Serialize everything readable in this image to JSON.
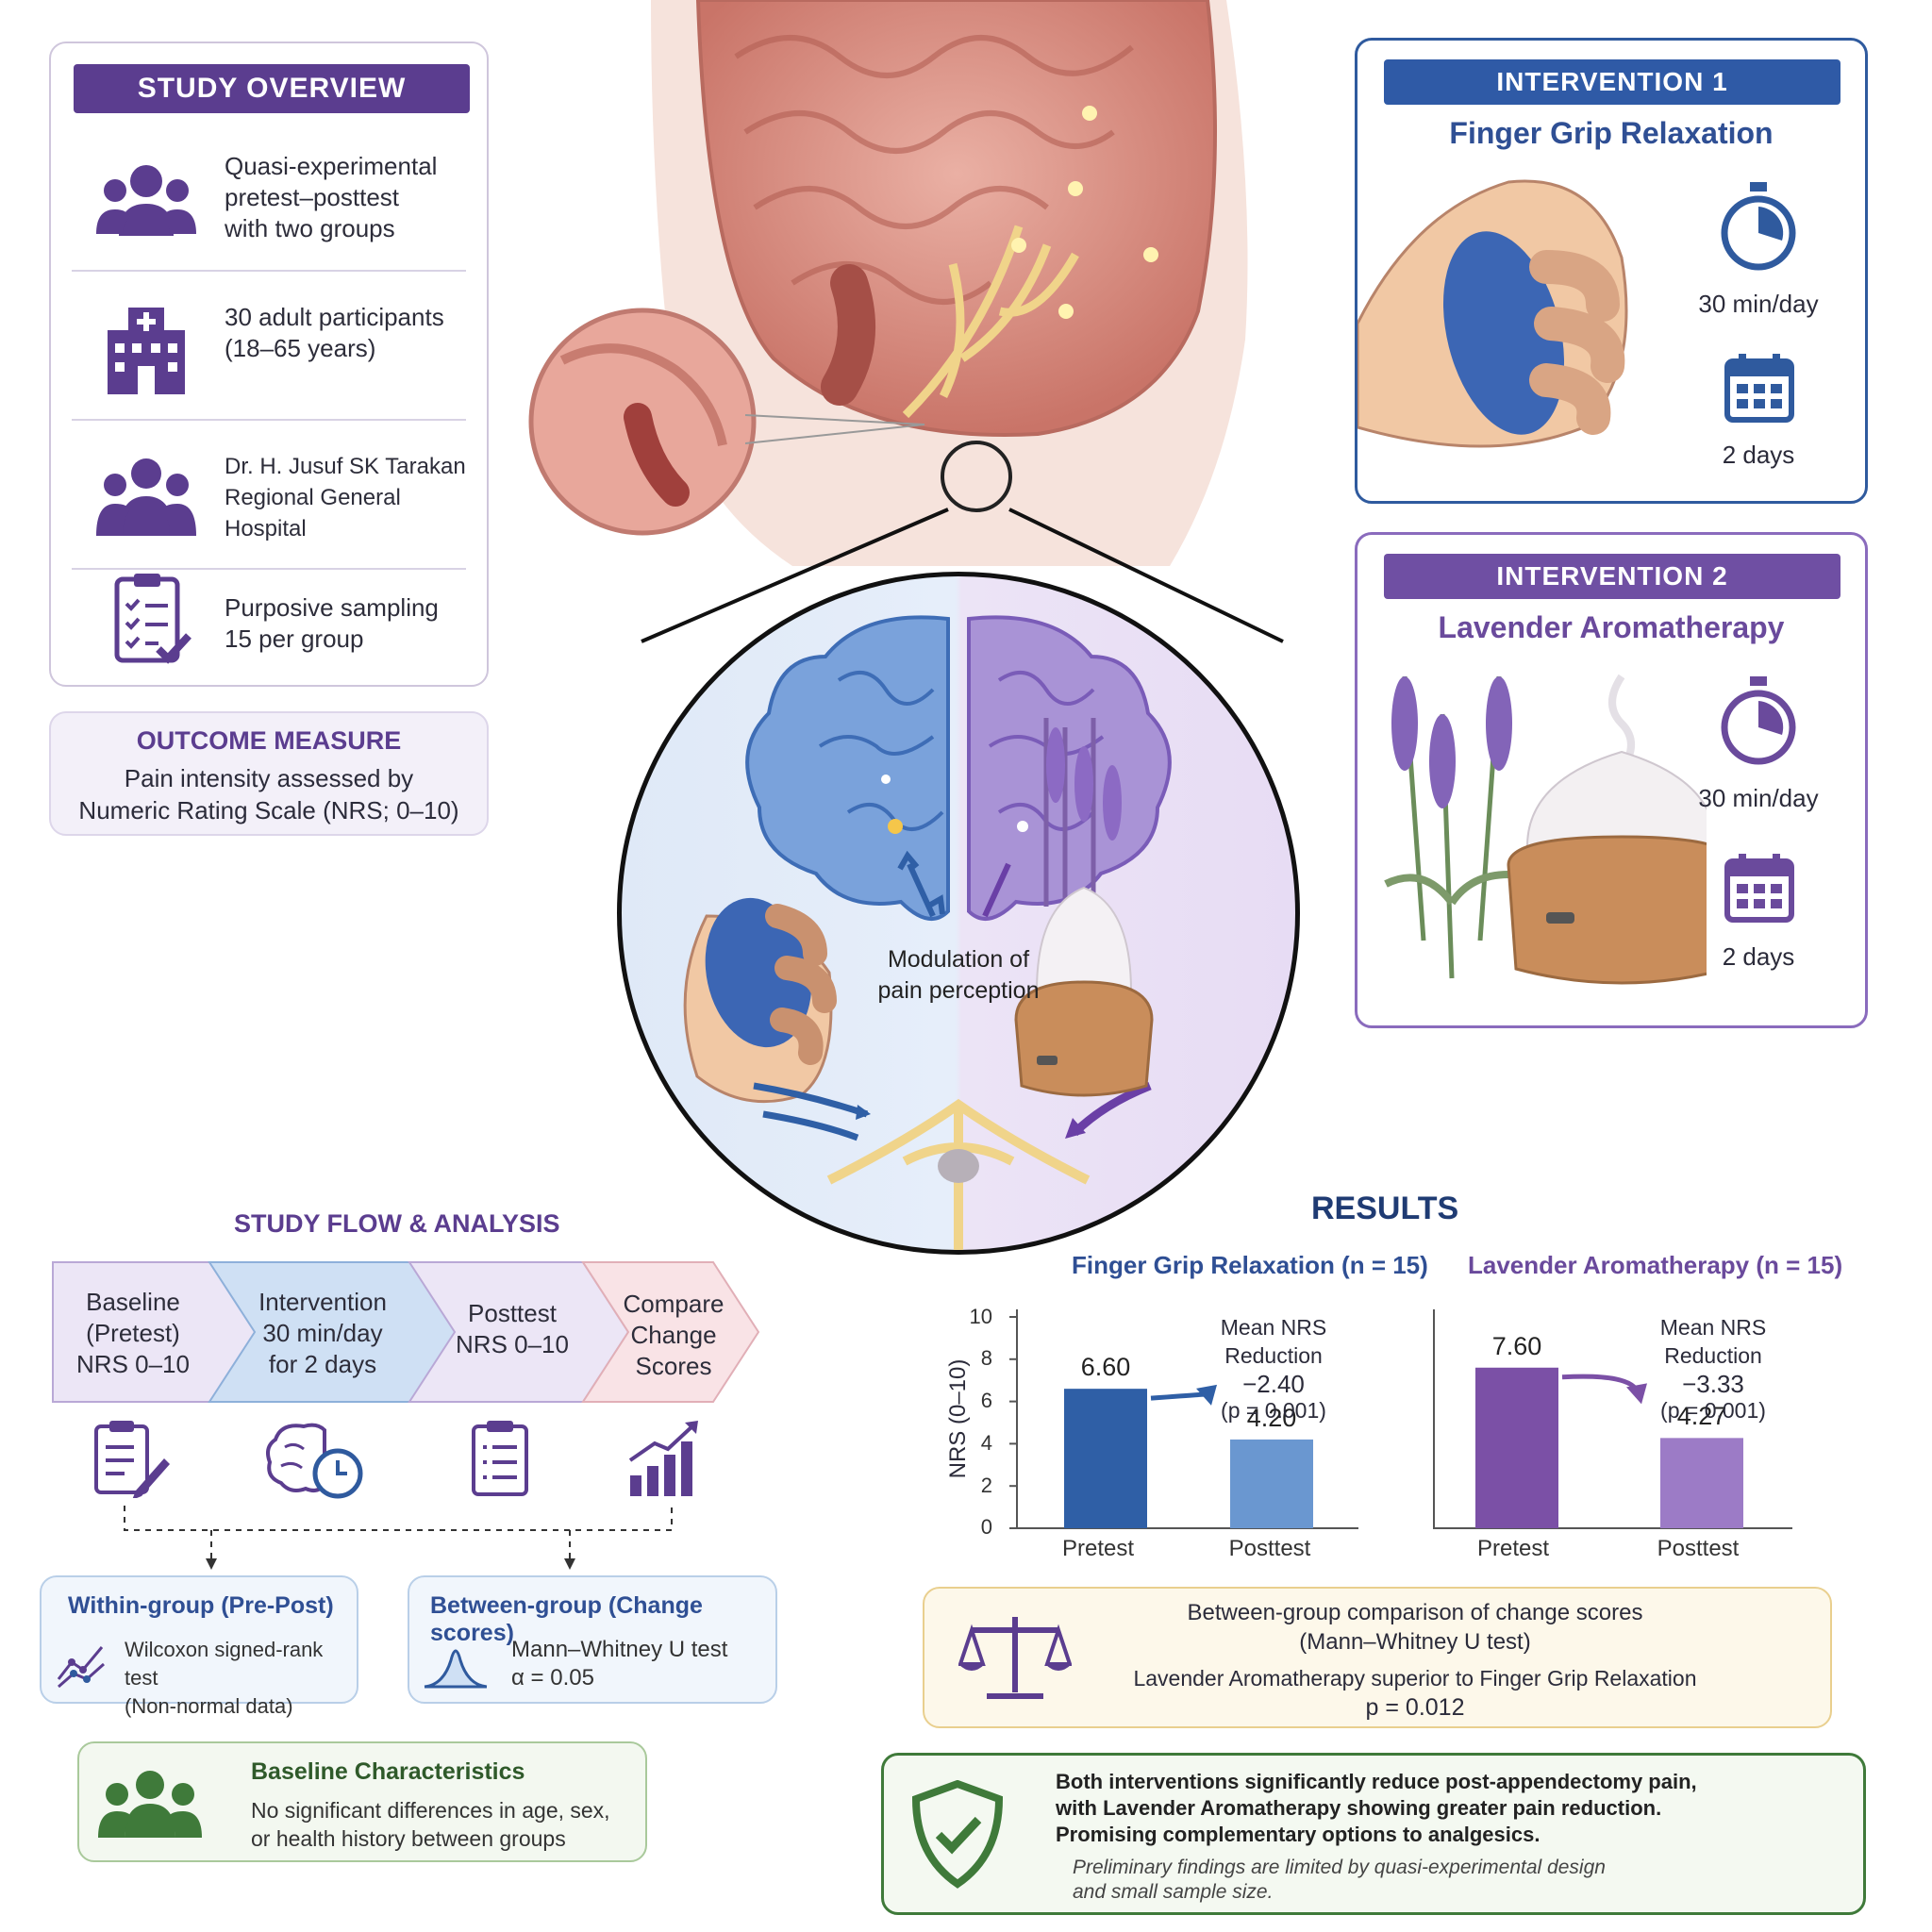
{
  "overview": {
    "title": "STUDY OVERVIEW",
    "items": [
      {
        "icon": "people-icon",
        "text": "Quasi-experimental\npretest–posttest\nwith two groups"
      },
      {
        "icon": "hospital-icon",
        "text": "30 adult participants\n(18–65 years)"
      },
      {
        "icon": "group-icon",
        "text": "Dr. H. Jusuf SK Tarakan\nRegional General Hospital"
      },
      {
        "icon": "clipboard-checklist-icon",
        "text": "Purposive sampling\n15 per group"
      }
    ]
  },
  "outcome": {
    "title": "OUTCOME MEASURE",
    "text": "Pain intensity assessed by\nNumeric Rating Scale (NRS; 0–10)"
  },
  "intervention1": {
    "header": "INTERVENTION 1",
    "name": "Finger Grip Relaxation",
    "duration": "30 min/day",
    "days": "2 days",
    "color": "#2f5a9e"
  },
  "intervention2": {
    "header": "INTERVENTION 2",
    "name": "Lavender Aromatherapy",
    "duration": "30 min/day",
    "days": "2 days",
    "color": "#6a4a9c"
  },
  "center": {
    "label": "Modulation of\npain perception"
  },
  "flow": {
    "title": "STUDY FLOW & ANALYSIS",
    "steps": [
      {
        "label": "Baseline\n(Pretest)\nNRS 0–10",
        "icon": "clipboard-pen-icon"
      },
      {
        "label": "Intervention\n30 min/day\nfor 2 days",
        "icon": "brain-clock-icon"
      },
      {
        "label": "Posttest\nNRS 0–10",
        "icon": "clipboard-list-icon"
      },
      {
        "label": "Compare\nChange\nScores",
        "icon": "bar-chart-up-icon"
      }
    ],
    "within": {
      "title": "Within-group (Pre-Post)",
      "text": "Wilcoxon signed-rank test\n(Non-normal data)"
    },
    "between": {
      "title": "Between-group (Change scores)",
      "text": "Mann–Whitney U test\nα = 0.05"
    }
  },
  "baseline": {
    "title": "Baseline Characteristics",
    "text": "No significant differences in age, sex,\nor health history between groups"
  },
  "results": {
    "title": "RESULTS",
    "y_label": "NRS (0–10)",
    "y_ticks": [
      "0",
      "2",
      "4",
      "6",
      "8",
      "10"
    ],
    "mean_label": "Mean NRS\nReduction",
    "comparison": {
      "title": "Between-group comparison of change scores\n(Mann–Whitney U test)",
      "text": "Lavender Aromatherapy superior to Finger Grip Relaxation",
      "p": "p = 0.012"
    },
    "conclusion": {
      "text": "Both interventions significantly reduce post-appendectomy pain,\nwith Lavender Aromatherapy showing greater pain reduction.\nPromising complementary options to analgesics.",
      "note": "Preliminary findings are limited by quasi-experimental design\nand small sample size."
    }
  },
  "chart_data": [
    {
      "type": "bar",
      "title": "Finger Grip Relaxation (n = 15)",
      "categories": [
        "Pretest",
        "Posttest"
      ],
      "values": [
        6.6,
        4.2
      ],
      "value_labels": [
        "6.60",
        "4.20"
      ],
      "ylabel": "NRS (0–10)",
      "ylim": [
        0,
        10
      ],
      "reduction": "−2.40",
      "p_value": "(p = 0.001)",
      "colors": [
        "#2f5fa6",
        "#6a97d0"
      ]
    },
    {
      "type": "bar",
      "title": "Lavender Aromatherapy (n = 15)",
      "categories": [
        "Pretest",
        "Posttest"
      ],
      "values": [
        7.6,
        4.27
      ],
      "value_labels": [
        "7.60",
        "4.27"
      ],
      "ylim": [
        0,
        10
      ],
      "reduction": "−3.33",
      "p_value": "(p = 0.001)",
      "colors": [
        "#7b50a6",
        "#9c7bc6"
      ]
    }
  ]
}
